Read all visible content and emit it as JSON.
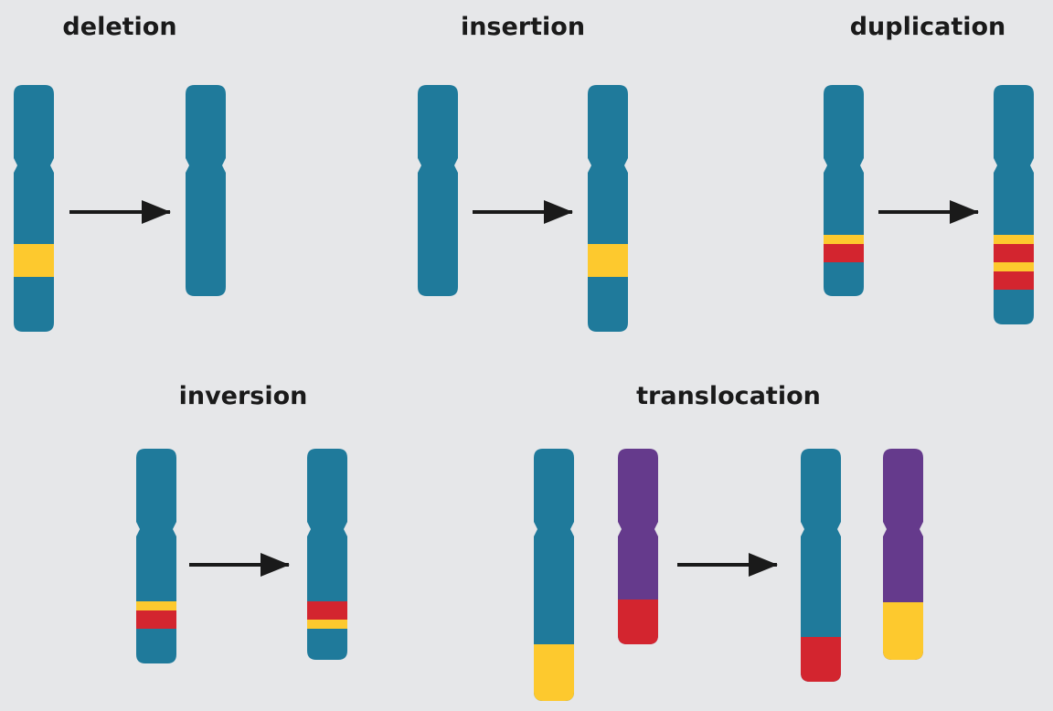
{
  "titles": {
    "deletion": "deletion",
    "insertion": "insertion",
    "duplication": "duplication",
    "inversion": "inversion",
    "translocation": "translocation"
  },
  "colors": {
    "background": "#e6e7e9",
    "chromosome_blue": "#1f7a9b",
    "chromosome_purple": "#653a8c",
    "band_yellow": "#fdc92e",
    "band_red": "#d3252f",
    "arrow": "#1a1a1a",
    "title_text": "#1a1a1a"
  },
  "panels": [
    {
      "name": "deletion",
      "chromosomes": [
        {
          "role": "before",
          "color": "blue",
          "bands": [
            "yellow"
          ]
        },
        {
          "role": "after",
          "color": "blue",
          "bands": []
        }
      ]
    },
    {
      "name": "insertion",
      "chromosomes": [
        {
          "role": "before",
          "color": "blue",
          "bands": []
        },
        {
          "role": "after",
          "color": "blue",
          "bands": [
            "yellow"
          ]
        }
      ]
    },
    {
      "name": "duplication",
      "chromosomes": [
        {
          "role": "before",
          "color": "blue",
          "bands": [
            "yellow",
            "red"
          ]
        },
        {
          "role": "after",
          "color": "blue",
          "bands": [
            "yellow",
            "red",
            "yellow",
            "red"
          ]
        }
      ]
    },
    {
      "name": "inversion",
      "chromosomes": [
        {
          "role": "before",
          "color": "blue",
          "bands": [
            "yellow",
            "red"
          ]
        },
        {
          "role": "after",
          "color": "blue",
          "bands": [
            "red",
            "yellow"
          ]
        }
      ]
    },
    {
      "name": "translocation",
      "chromosomes": [
        {
          "role": "before-1",
          "color": "blue",
          "tip": "yellow"
        },
        {
          "role": "before-2",
          "color": "purple",
          "tip": "red"
        },
        {
          "role": "after-1",
          "color": "blue",
          "tip": "red"
        },
        {
          "role": "after-2",
          "color": "purple",
          "tip": "yellow"
        }
      ]
    }
  ]
}
